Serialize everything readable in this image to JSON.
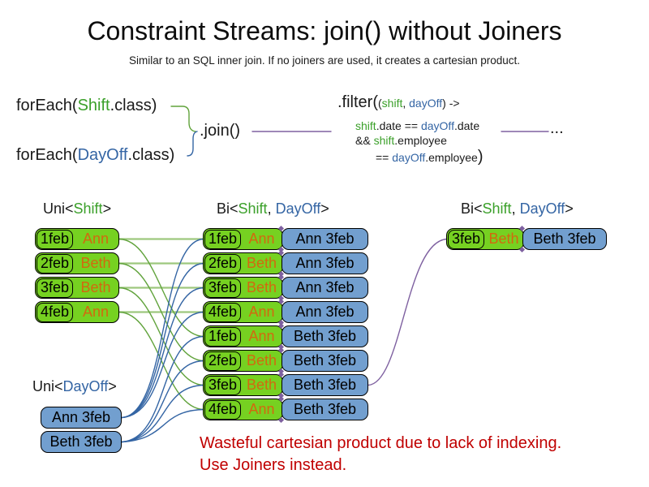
{
  "title": "Constraint Streams: join() without Joiners",
  "subtitle": "Similar to an SQL inner join. If no joiners are used, it creates a cartesian product.",
  "code": {
    "foreach_shift": [
      {
        "t": "forEach(",
        "c": "k"
      },
      {
        "t": "Shift",
        "c": "g"
      },
      {
        "t": ".class)",
        "c": "k"
      }
    ],
    "foreach_dayoff": [
      {
        "t": "forEach(",
        "c": "k"
      },
      {
        "t": "DayOff",
        "c": "b"
      },
      {
        "t": ".class)",
        "c": "k"
      }
    ],
    "join_label": ".join()",
    "filter_line1": [
      {
        "t": ".filter(",
        "c": "k",
        "s": "lg"
      },
      {
        "t": "(",
        "c": "k"
      },
      {
        "t": "shift",
        "c": "g"
      },
      {
        "t": ", ",
        "c": "k"
      },
      {
        "t": "dayOff",
        "c": "b"
      },
      {
        "t": ") ->",
        "c": "k"
      }
    ],
    "filter_line2": [
      {
        "t": "shift",
        "c": "g"
      },
      {
        "t": ".date == ",
        "c": "k"
      },
      {
        "t": "dayOff",
        "c": "b"
      },
      {
        "t": ".date",
        "c": "k"
      }
    ],
    "filter_line3": [
      {
        "t": "&& ",
        "c": "k"
      },
      {
        "t": "shift",
        "c": "g"
      },
      {
        "t": ".employee",
        "c": "k"
      }
    ],
    "filter_line4": [
      {
        "t": "== ",
        "c": "k"
      },
      {
        "t": "dayOff",
        "c": "b"
      },
      {
        "t": ".employee",
        "c": "k"
      },
      {
        "t": ")",
        "c": "k",
        "s": "lg"
      }
    ],
    "ellipsis": "..."
  },
  "labels": {
    "uni_shift": [
      {
        "t": "Uni<",
        "c": "k"
      },
      {
        "t": "Shift",
        "c": "g"
      },
      {
        "t": ">",
        "c": "k"
      }
    ],
    "bi_join": [
      {
        "t": "Bi<",
        "c": "k"
      },
      {
        "t": "Shift",
        "c": "g"
      },
      {
        "t": ", ",
        "c": "k"
      },
      {
        "t": "DayOff",
        "c": "b"
      },
      {
        "t": ">",
        "c": "k"
      }
    ],
    "bi_result": [
      {
        "t": "Bi<",
        "c": "k"
      },
      {
        "t": "Shift",
        "c": "g"
      },
      {
        "t": ", ",
        "c": "k"
      },
      {
        "t": "DayOff",
        "c": "b"
      },
      {
        "t": ">",
        "c": "k"
      }
    ],
    "uni_dayoff": [
      {
        "t": "Uni<",
        "c": "k"
      },
      {
        "t": "DayOff",
        "c": "b"
      },
      {
        "t": ">",
        "c": "k"
      }
    ]
  },
  "shift_rows": [
    {
      "date": "1feb",
      "name": "Ann"
    },
    {
      "date": "2feb",
      "name": "Beth"
    },
    {
      "date": "3feb",
      "name": "Beth"
    },
    {
      "date": "4feb",
      "name": "Ann"
    }
  ],
  "dayoff_rows": [
    "Ann 3feb",
    "Beth 3feb"
  ],
  "joined_rows": [
    {
      "date": "1feb",
      "name": "Ann",
      "dayoff": "Ann 3feb"
    },
    {
      "date": "2feb",
      "name": "Beth",
      "dayoff": "Ann 3feb"
    },
    {
      "date": "3feb",
      "name": "Beth",
      "dayoff": "Ann 3feb"
    },
    {
      "date": "4feb",
      "name": "Ann",
      "dayoff": "Ann 3feb"
    },
    {
      "date": "1feb",
      "name": "Ann",
      "dayoff": "Beth 3feb"
    },
    {
      "date": "2feb",
      "name": "Beth",
      "dayoff": "Beth 3feb"
    },
    {
      "date": "3feb",
      "name": "Beth",
      "dayoff": "Beth 3feb"
    },
    {
      "date": "4feb",
      "name": "Ann",
      "dayoff": "Beth 3feb"
    }
  ],
  "result_rows": [
    {
      "date": "3feb",
      "name": "Beth",
      "dayoff": "Beth 3feb"
    }
  ],
  "warning": {
    "line1": "Wasteful cartesian product due to lack of indexing.",
    "line2": "Use Joiners instead."
  },
  "colors": {
    "green_fill": "#76d121",
    "blue_fill": "#729fcf",
    "green_text": "#3ba02a",
    "blue_text": "#3465a4",
    "orange_text": "#d2690f",
    "green_line": "#61a33c",
    "green_line_light": "#9dc87e",
    "blue_line": "#3465a4",
    "purple_line": "#7e60a0",
    "red_text": "#c00000"
  }
}
